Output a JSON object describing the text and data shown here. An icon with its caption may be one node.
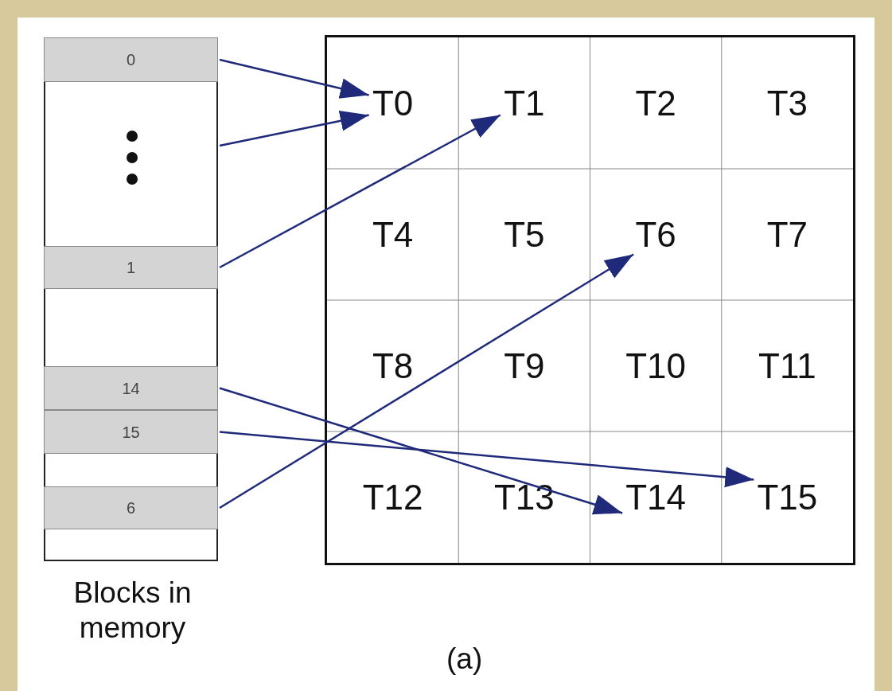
{
  "diagram": {
    "nodes": [
      {
        "text": [
          "Blocks in memory"
        ]
      },
      {
        "text": [
          "0"
        ],
        "in": 0
      },
      {
        "text": [
          "1"
        ],
        "in": 0
      },
      {
        "text": [
          "14"
        ],
        "in": 0
      },
      {
        "text": [
          "15"
        ],
        "in": 0
      },
      {
        "text": [
          "6"
        ],
        "in": 0
      },
      {
        "text": [],
        "shape": "box"
      },
      {
        "text": [
          "T0"
        ],
        "in": 6
      },
      {
        "text": [
          "T1"
        ],
        "in": 6
      },
      {
        "text": [
          "T2"
        ],
        "in": 6
      },
      {
        "text": [
          "T3"
        ],
        "in": 6
      },
      {
        "text": [
          "T4"
        ],
        "in": 6
      },
      {
        "text": [
          "T5"
        ],
        "in": 6
      },
      {
        "text": [
          "T6"
        ],
        "in": 6
      },
      {
        "text": [
          "T7"
        ],
        "in": 6
      },
      {
        "text": [
          "T8"
        ],
        "in": 6
      },
      {
        "text": [
          "T9"
        ],
        "in": 6
      },
      {
        "text": [
          "T10"
        ],
        "in": 6
      },
      {
        "text": [
          "T11"
        ],
        "in": 6
      },
      {
        "text": [
          "T12"
        ],
        "in": 6
      },
      {
        "text": [
          "T13"
        ],
        "in": 6
      },
      {
        "text": [
          "T14"
        ],
        "in": 6
      },
      {
        "text": [
          "T15"
        ],
        "in": 6
      }
    ],
    "edges": [
      {
        "from": 1,
        "to": 7,
        "arrow": "to"
      },
      {
        "from": 0,
        "to": 7,
        "arrow": "to"
      },
      {
        "from": 2,
        "to": 8,
        "arrow": "to"
      },
      {
        "from": 3,
        "to": 21,
        "arrow": "to"
      },
      {
        "from": 4,
        "to": 22,
        "arrow": "to"
      },
      {
        "from": 5,
        "to": 13,
        "arrow": "to"
      }
    ],
    "labels": [
      "(a)"
    ]
  }
}
